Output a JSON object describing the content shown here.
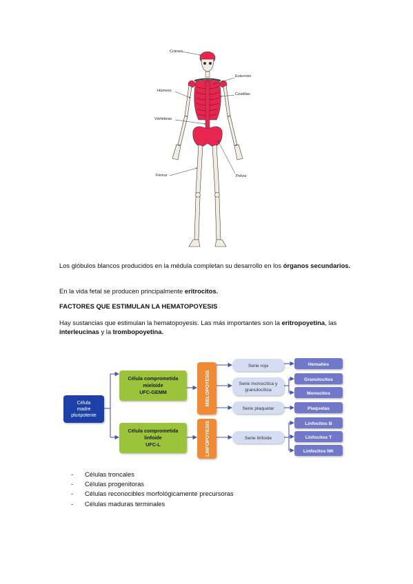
{
  "skeleton": {
    "labels": {
      "craneo": "Cráneo",
      "esternon": "Esternón",
      "humero": "Húmero",
      "costillas": "Costillas",
      "vertebras": "Vértebras",
      "femur": "Fémur",
      "pelvis": "Pelvis"
    },
    "colors": {
      "bone": "#f2ede0",
      "highlight": "#e8254e",
      "outline": "#3a3a3a"
    }
  },
  "text": {
    "p1_a": "Los glóbulos blancos producidos en la médula completan su desarrollo en los ",
    "p1_b": "órganos secundarios.",
    "p2_a": "En la vida fetal se producen principalmente ",
    "p2_b": "eritrocitos.",
    "heading": "FACTORES QUE ESTIMULAN LA HEMATOPOYESIS",
    "p3_a": "Hay sustancias que estimulan la hematopoyesis. Las más importantes son la ",
    "p3_b": "eritropoyetina",
    "p3_c": ", las ",
    "p3_d": "interleucinas",
    "p3_e": " y la ",
    "p3_f": "trombopoyetina."
  },
  "diagram": {
    "stem": [
      "Célula",
      "madre",
      "pluripotente"
    ],
    "myeloid": [
      "Célula comprometida",
      "mieloide",
      "UFC-GEMM"
    ],
    "lymphoid": [
      "Célula comprometida",
      "linfoide",
      "UFC-L"
    ],
    "mielopoyesis": "MIELOPOYESIS",
    "linfopoyesis": "LINFOPOYESIS",
    "series": {
      "roja": "Serie roja",
      "monocitica_1": "Serie monocítica y",
      "monocitica_2": "granulocítica",
      "plaquetar": "Serie plaquetar",
      "linfoide": "Serie linfoide"
    },
    "cells": {
      "hematies": "Hematíes",
      "granulocitos": "Granulocitos",
      "monocitos": "Monocitos",
      "plaquetas": "Plaquetas",
      "linfo_b": "Linfocitos B",
      "linfo_t": "Linfocitos T",
      "linfo_nk": "Linfocitos NK"
    },
    "colors": {
      "stem": "#1f3fa8",
      "green": "#9cc43a",
      "orange": "#f08a36",
      "series": "#d4ddf1",
      "cells": "#7178c9",
      "arrow": "#4a56b0"
    }
  },
  "bullets": [
    "Células troncales",
    "Células progenitoras",
    "Células reconocibles morfológicamente precursoras",
    "Células maduras terminales"
  ],
  "bullet_dash": "-"
}
